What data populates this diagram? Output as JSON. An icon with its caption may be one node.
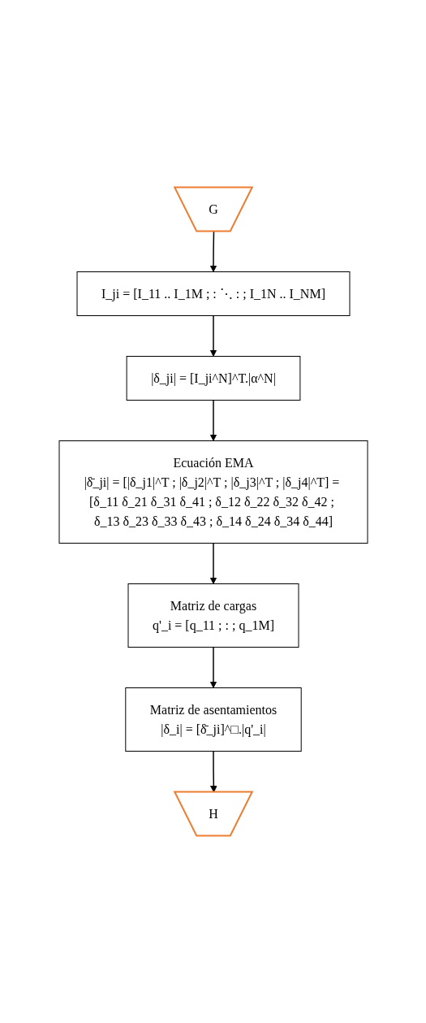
{
  "diagram": {
    "nodes": [
      {
        "text": [
          "G"
        ]
      },
      {
        "text": [
          "I_ji = [I_11 .. I_1M ; : ⋱ : ; I_1N .. I_NM]"
        ]
      },
      {
        "text": [
          "|δ_ji| = [I_ji^N]^T.|α^N|"
        ]
      },
      {
        "text": [
          "Ecuación EMA",
          "|δ̄_ji| = [|δ_j1|^T ; |δ_j2|^T ; |δ_j3|^T ; |δ_j4|^T] = [δ_11 δ_21 δ_31 δ_41 ; δ_12 δ_22 δ_32 δ_42 ; δ_13 δ_23 δ_33 δ_43 ; δ_14 δ_24 δ_34 δ_44]"
        ]
      },
      {
        "text": [
          "Matriz de cargas",
          "q'_i = [q_11 ; : ; q_1M]"
        ]
      },
      {
        "text": [
          "Matriz de asentamientos",
          "|δ_i| = [δ̄_ji]^□.|q'_i|"
        ]
      },
      {
        "text": [
          "H"
        ]
      }
    ],
    "edges": [
      {
        "from": 0,
        "to": 1,
        "arrow": "to"
      },
      {
        "from": 1,
        "to": 2,
        "arrow": "to"
      },
      {
        "from": 2,
        "to": 3,
        "arrow": "to"
      },
      {
        "from": 3,
        "to": 4,
        "arrow": "to"
      },
      {
        "from": 4,
        "to": 5,
        "arrow": "to"
      },
      {
        "from": 5,
        "to": 6,
        "arrow": "to"
      }
    ]
  }
}
